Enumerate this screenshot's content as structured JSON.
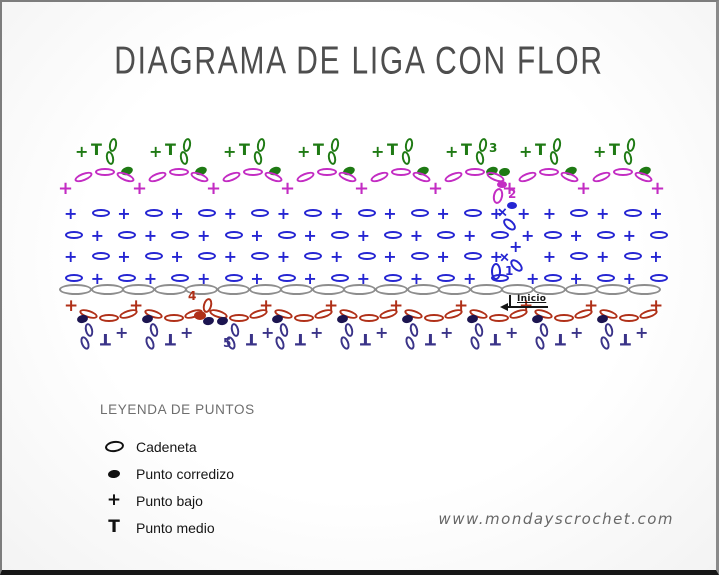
{
  "page": {
    "title": "DIAGRAMA DE LIGA CON FLOR",
    "watermark": "www.mondayscrochet.com"
  },
  "legend": {
    "heading": "LEYENDA DE PUNTOS",
    "items": [
      {
        "icon": "chain-icon",
        "glyph": "",
        "label": "Cadeneta"
      },
      {
        "icon": "slip-stitch-icon",
        "glyph": "",
        "label": "Punto corredizo"
      },
      {
        "icon": "single-crochet-icon",
        "glyph": "+",
        "label": "Punto bajo"
      },
      {
        "icon": "half-double-crochet-icon",
        "glyph": "T",
        "label": "Punto medio"
      }
    ]
  },
  "diagram": {
    "start_label": "Inicio",
    "colors": {
      "flower": "#1f7a14",
      "picot": "#c32cc3",
      "body": "#2525d2",
      "foundation": "#8d8d8d",
      "scallop": "#b03018",
      "scallop_accent": "#3a3388",
      "slip_dot": "#1c1550",
      "ink": "#151515"
    },
    "flower_row": {
      "repeats": 8
    },
    "picot_row": {
      "arches": 8,
      "chains_per_arch": 3
    },
    "body": {
      "rows": 4,
      "stitches_per_row": 23
    },
    "foundation": {
      "chains": 19
    },
    "scallop_row": {
      "arches": 9,
      "chains_per_arch": 3
    },
    "markers": [
      {
        "number": "1",
        "color": "#2525d2"
      },
      {
        "number": "2",
        "color": "#c32cc3"
      },
      {
        "number": "3",
        "color": "#1f7a14"
      },
      {
        "number": "4",
        "color": "#b03018"
      },
      {
        "number": "5",
        "color": "#3a3388"
      }
    ]
  }
}
